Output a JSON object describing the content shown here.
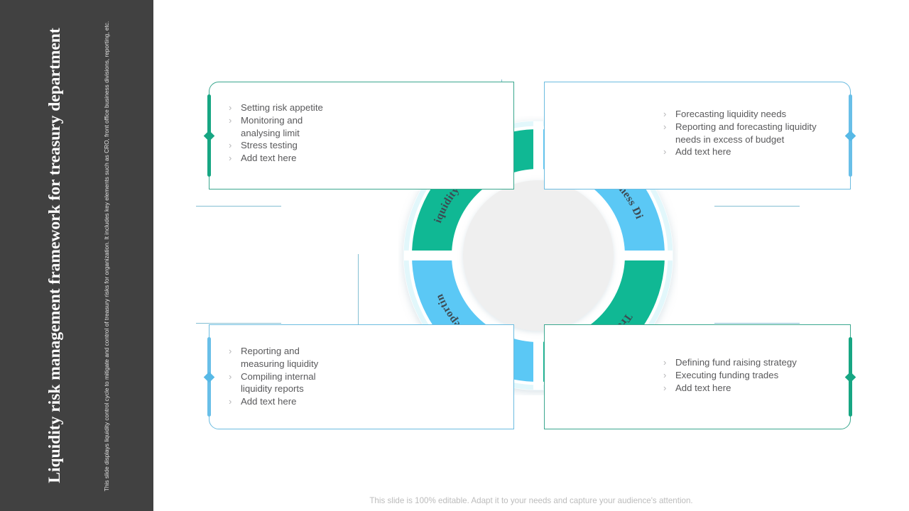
{
  "sidebar": {
    "title": "Liquidity risk management framework for treasury department",
    "subtitle": "This slide displays liquidity control cycle to mitigate and control of treasury risks for organization. It includes key elements such as CRO, front office business divisions, reporting, etc.",
    "background_color": "#414141"
  },
  "colors": {
    "teal": "#10b894",
    "blue": "#5bc8f5",
    "teal_accent": "#17a683",
    "blue_accent": "#69bfe8",
    "hub_fill": "#efefef",
    "text": "#59595b",
    "bullet": "#b5b5b7"
  },
  "bullet_glyph": "›",
  "cards": [
    {
      "id": "cro-liquidity-risk-management",
      "accent_color": "#17a683",
      "accent_side": "left",
      "items": [
        "Setting risk appetite",
        "Monitoring and analysing limit",
        "Stress testing",
        "Add text here"
      ]
    },
    {
      "id": "front-office-business-divisions",
      "accent_color": "#69bfe8",
      "accent_side": "right",
      "items": [
        "Forecasting liquidity needs",
        "Reporting and forecasting liquidity needs in excess of budget",
        "Add text here"
      ]
    },
    {
      "id": "liquidity-reporting",
      "accent_color": "#69bfe8",
      "accent_side": "left",
      "items": [
        "Reporting and measuring liquidity",
        "Compiling internal liquidity reports",
        "Add text here"
      ]
    },
    {
      "id": "treasury",
      "accent_color": "#17a683",
      "accent_side": "right",
      "items": [
        "Defining fund raising strategy",
        "Executing funding trades",
        "Add text here"
      ]
    }
  ],
  "chart_data": {
    "type": "pie",
    "title": "",
    "legend_position": "on-slice",
    "hub_label": "",
    "segments": [
      {
        "label": "CRO Liquidity Risk Management",
        "value": 25,
        "color": "#10b894",
        "quadrant": "top-left"
      },
      {
        "label": "Front Office Business Divisions",
        "value": 25,
        "color": "#5bc8f5",
        "quadrant": "top-right"
      },
      {
        "label": "Treasury",
        "value": 25,
        "color": "#10b894",
        "quadrant": "bottom-right"
      },
      {
        "label": "Liquidity Reporting",
        "value": 25,
        "color": "#5bc8f5",
        "quadrant": "bottom-left"
      }
    ]
  },
  "footer": {
    "note": "This slide is 100% editable. Adapt it to your needs and capture your audience's attention."
  }
}
